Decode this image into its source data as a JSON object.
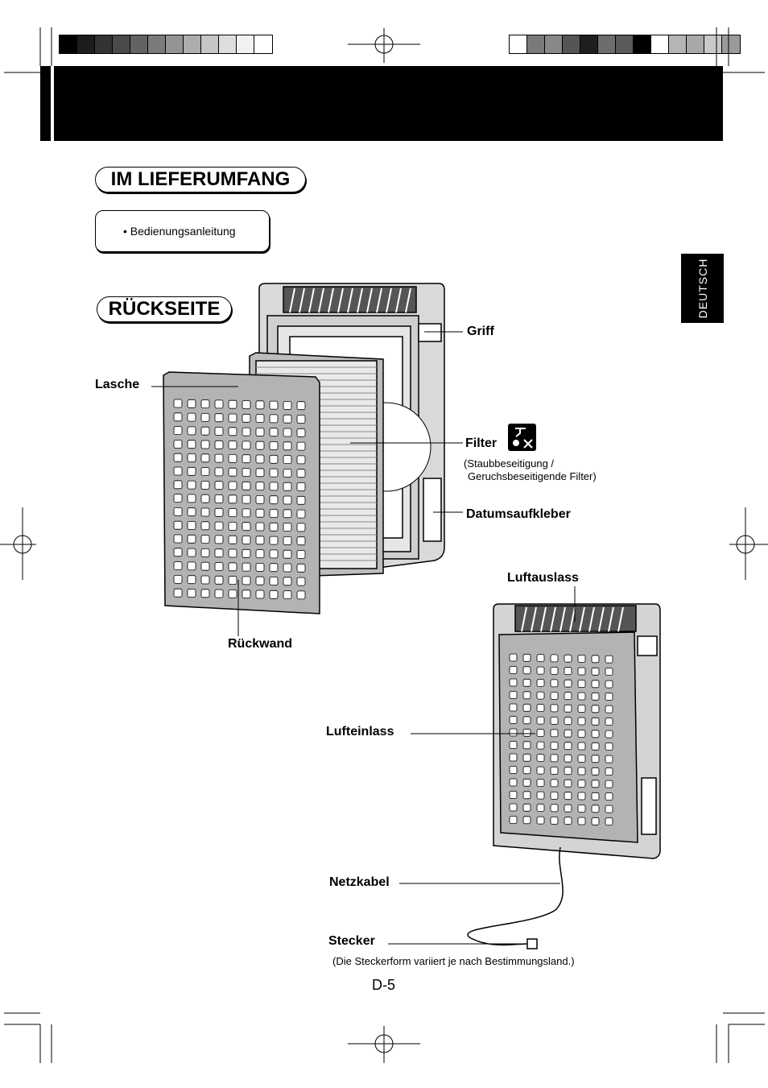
{
  "colors": {
    "left_swatches": [
      "#000000",
      "#1c1c1c",
      "#333333",
      "#4a4a4a",
      "#636363",
      "#7b7b7b",
      "#949494",
      "#adadad",
      "#c6c6c6",
      "#dedede",
      "#f2f2f2",
      "#ffffff"
    ],
    "right_swatches": [
      "#ffffff",
      "#7a7a7a",
      "#888888",
      "#555555",
      "#1f1f1f",
      "#6d6d6d",
      "#5a5a5a",
      "#000000",
      "#ffffff",
      "#b5b5b5",
      "#a8a8a8",
      "#c9c9c9",
      "#9a9a9a"
    ],
    "banner": "#000000"
  },
  "section_contents": {
    "title": "IM LIEFERUMFANG",
    "items": [
      "• Bedienungsanleitung"
    ]
  },
  "section_back": {
    "title": "RÜCKSEITE"
  },
  "language_tab": "DEUTSCH",
  "labels": {
    "griff": "Griff",
    "lasche": "Lasche",
    "filter": "Filter",
    "filter_note_1": "(Staubbeseitigung /",
    "filter_note_2": "Geruchsbeseitigende Filter)",
    "datumsaufkleber": "Datumsaufkleber",
    "rueckwand": "Rückwand",
    "luftauslass": "Luftauslass",
    "lufteinlass": "Lufteinlass",
    "netzkabel": "Netzkabel",
    "stecker": "Stecker",
    "stecker_note": "(Die Steckerform variiert je nach Bestimmungsland.)"
  },
  "icons": {
    "filter_wash": "no-wash-icon"
  },
  "page_number": "D-5"
}
